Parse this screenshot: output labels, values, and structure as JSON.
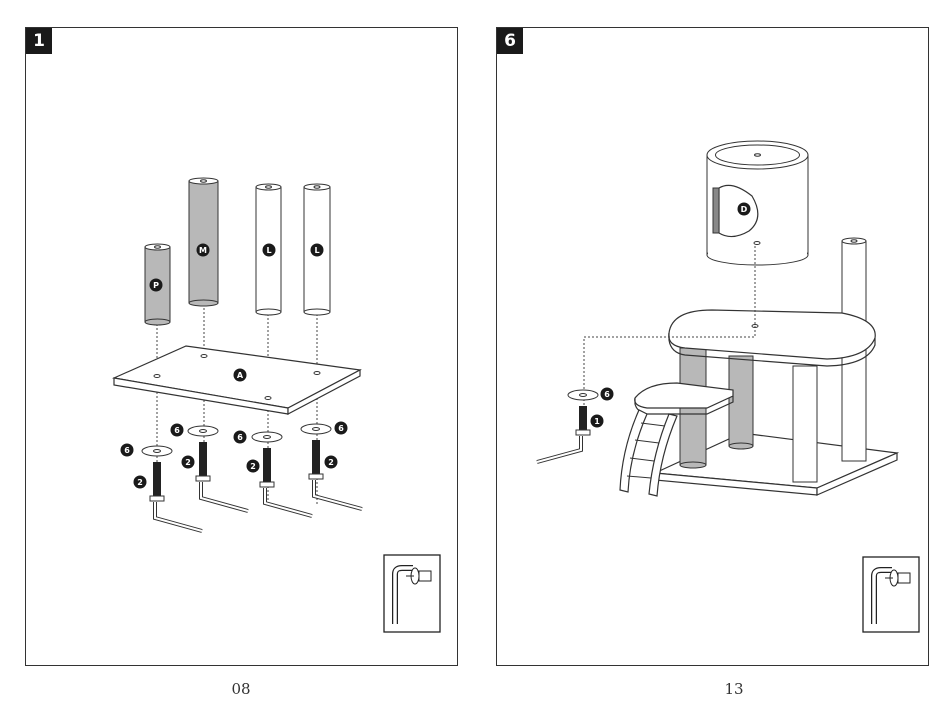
{
  "pages": [
    {
      "step": "1",
      "page_number": "08",
      "parts": {
        "post_p": "P",
        "post_m": "M",
        "post_l1": "L",
        "post_l2": "L",
        "board": "A",
        "washer": "6",
        "bolt": "2"
      }
    },
    {
      "step": "6",
      "page_number": "13",
      "parts": {
        "condo": "D",
        "washer": "6",
        "bolt": "1"
      }
    }
  ],
  "icons": [
    "allen-key-tool-icon"
  ]
}
